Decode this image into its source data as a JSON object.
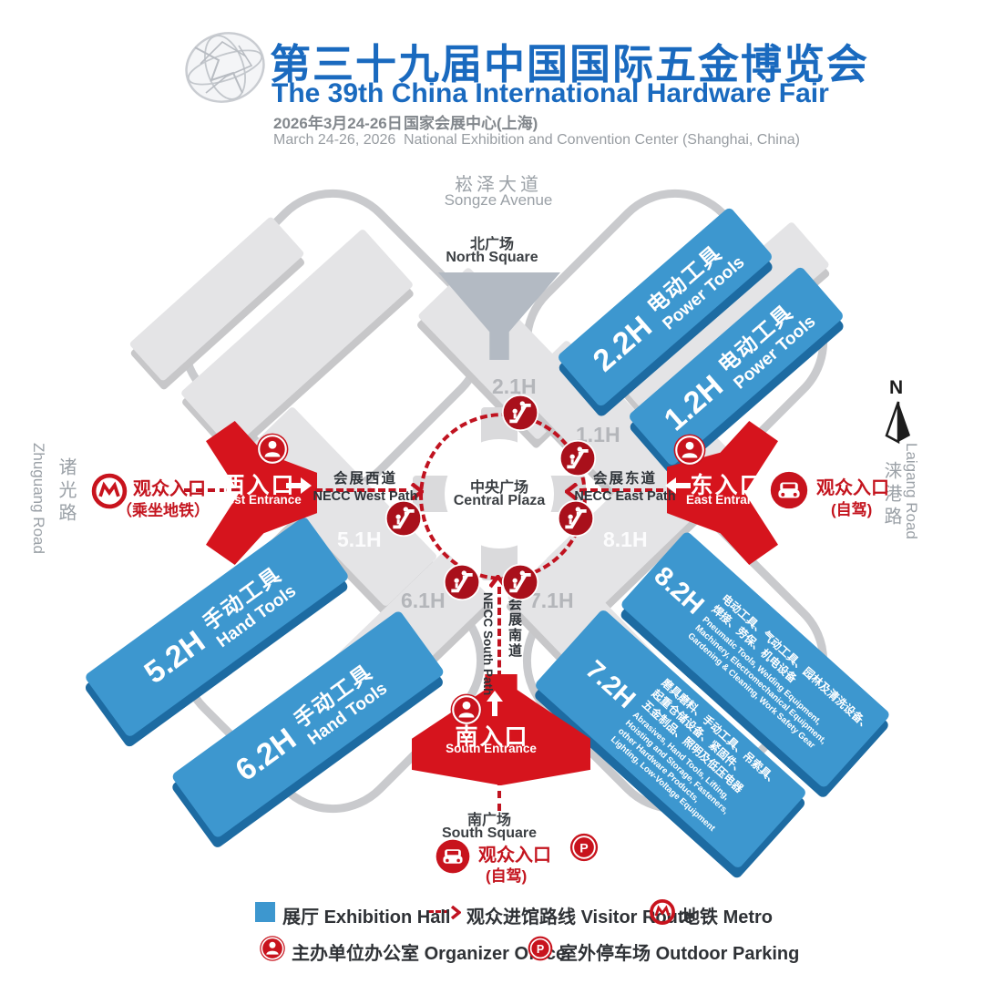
{
  "header": {
    "title_zh": "第三十九届中国国际五金博览会",
    "title_en": "The 39th China International Hardware Fair",
    "date_zh": "2026年3月24-26日",
    "date_en": "March 24-26, 2026",
    "venue_zh": "国家会展中心(上海)",
    "venue_en": "National Exhibition and Convention Center (Shanghai, China)"
  },
  "roads": {
    "north_zh": "崧泽大道",
    "north_en": "Songze Avenue",
    "west_zh": "诸光路",
    "west_en": "Zhuguang Road",
    "east_zh": "涞港路",
    "east_en": "Laigang Road"
  },
  "squares": {
    "north_zh": "北广场",
    "north_en": "North Square",
    "south_zh": "南广场",
    "south_en": "South Square",
    "central_zh": "中央广场",
    "central_en": "Central Plaza"
  },
  "necc_paths": {
    "west_zh": "会展西道",
    "west_en": "NECC West Path",
    "east_zh": "会展东道",
    "east_en": "NECC East Path",
    "south_zh": "会展南道",
    "south_en": "NECC South Path"
  },
  "entrances": {
    "west_zh": "西入口",
    "west_en": "West Entrance",
    "east_zh": "东入口",
    "east_en": "East Entrance",
    "south_zh": "南入口",
    "south_en": "South Entrance"
  },
  "visitor": {
    "metro_label": "观众入口",
    "metro_sub": "（乘坐地铁）",
    "drive_label": "观众入口",
    "drive_sub": "(自驾)"
  },
  "halls": {
    "h22": {
      "id": "2.2H",
      "zh": "电动工具",
      "en": "Power Tools"
    },
    "h12": {
      "id": "1.2H",
      "zh": "电动工具",
      "en": "Power Tools"
    },
    "h52": {
      "id": "5.2H",
      "zh": "手动工具",
      "en": "Hand Tools"
    },
    "h62": {
      "id": "6.2H",
      "zh": "手动工具",
      "en": "Hand Tools"
    },
    "h82": {
      "id": "8.2H",
      "zh_lines": [
        "电动工具、气动工具、园林及清洗设备、",
        "焊接、劳保、机电设备"
      ],
      "en_lines": [
        "Pneumatic Tools, Welding Equipment,",
        "Machinery, Electromechanical Equipment,",
        "Gardening & Cleaning, Work Safety Gear"
      ]
    },
    "h72": {
      "id": "7.2H",
      "zh_lines": [
        "磨具磨料、手动工具、吊索具、",
        "起重仓储设备、紧固件、",
        "五金制品、照明及低压电器"
      ],
      "en_lines": [
        "Abrasives, Hand Tools, Lifting,",
        "Hoisting and Storage, Fasteners,",
        "other Hardware Products,",
        "Lighting, Low-Voltage Equipment"
      ]
    },
    "gray": {
      "h21": "2.1H",
      "h11": "1.1H",
      "h51": "5.1H",
      "h81": "8.1H",
      "h61": "6.1H",
      "h71": "7.1H"
    }
  },
  "compass": {
    "n": "N"
  },
  "legend": {
    "hall_zh": "展厅",
    "hall_en": "Exhibition Hall",
    "route_zh": "观众进馆路线",
    "route_en": "Visitor Route",
    "metro_zh": "地铁",
    "metro_en": "Metro",
    "organizer_zh": "主办单位办公室",
    "organizer_en": "Organizer Office",
    "parking_zh": "室外停车场",
    "parking_en": "Outdoor Parking"
  },
  "colors": {
    "title_blue": "#1A6ABF",
    "hall_blue": "#3D97CF",
    "hall_blue_dark": "#1D6BA2",
    "entrance_red": "#D6141D",
    "route_red": "#C01320",
    "icon_red": "#C8131D",
    "escalator_red": "#A9101B",
    "gray_hall": "#E4E4E6",
    "gray_label": "#B4B6BA"
  }
}
